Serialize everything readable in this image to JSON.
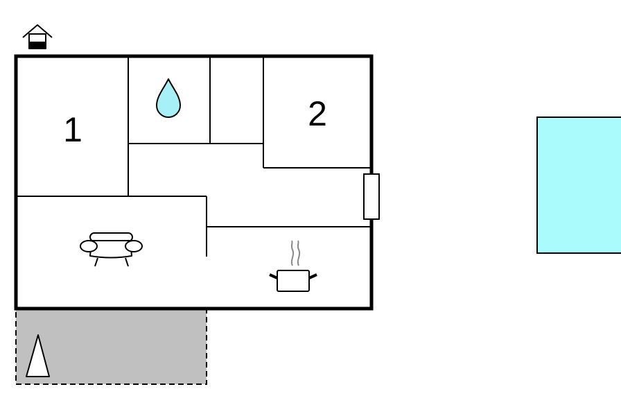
{
  "rooms": [
    {
      "id": "bedroom-1",
      "label": "1"
    },
    {
      "id": "bedroom-2",
      "label": "2"
    }
  ],
  "icons": {
    "entrance": "house-entrance-icon",
    "bathroom": "water-drop-icon",
    "living": "sofa-icon",
    "kitchen": "cooking-pot-icon",
    "terrace": "sunshade-icon"
  },
  "colors": {
    "wall": "#000000",
    "pool": "#aafcfc",
    "terrace": "#c0c0c0",
    "water_drop": "#a8f0f8",
    "background": "#ffffff"
  }
}
